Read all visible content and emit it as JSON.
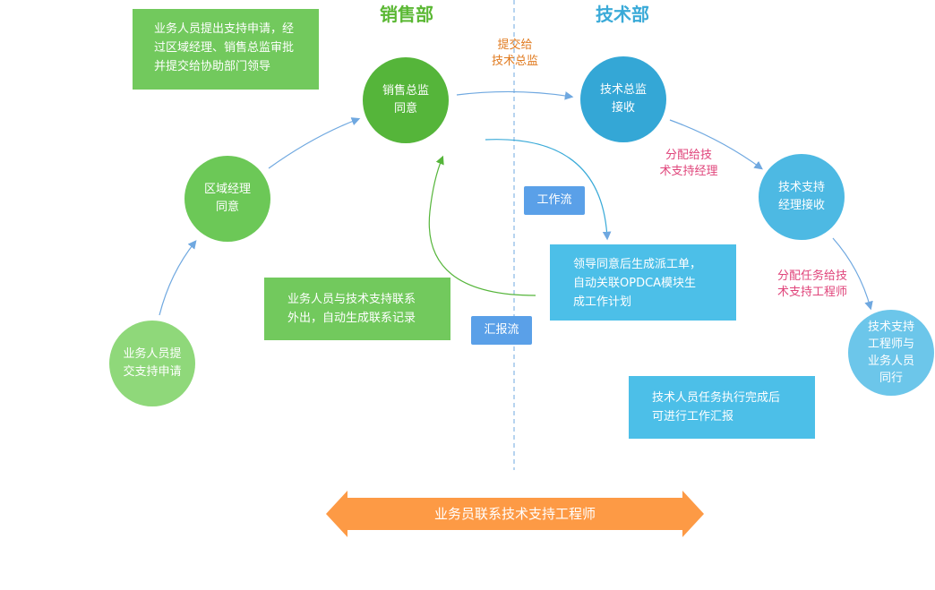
{
  "colors": {
    "sales_header": "#5bb834",
    "tech_header": "#3aaad8",
    "green_dark": "#55b53a",
    "green_mid": "#6cc857",
    "green_light": "#8fd87a",
    "blue_dark": "#34a7d6",
    "blue_light": "#5bc3ea",
    "label_orange": "#e07a1f",
    "label_pink": "#e0457b",
    "arrow_orange": "#fd9a45"
  },
  "headers": {
    "sales": "销售部",
    "tech": "技术部"
  },
  "nodes": {
    "sales_apply": "业务人员提\n交支持申请",
    "region_manager": "区域经理\n同意",
    "sales_director": "销售总监\n同意",
    "tech_director": "技术总监\n接收",
    "tech_manager": "技术支持\n经理接收",
    "tech_engineer": "技术支持\n工程师与\n业务人员\n同行"
  },
  "boxes": {
    "top_note": "业务人员提出支持申请，经\n过区域经理、销售总监审批\n并提交给协助部门领导",
    "contact_note": "业务人员与技术支持联系\n外出，自动生成联系记录",
    "dispatch_note": "领导同意后生成派工单，\n自动关联OPDCA模块生\n成工作计划",
    "report_note": "技术人员任务执行完成后\n可进行工作汇报"
  },
  "tags": {
    "workflow": "工作流",
    "report_flow": "汇报流"
  },
  "edge_labels": {
    "submit": "提交给\n技术总监",
    "assign_manager": "分配给技\n术支持经理",
    "assign_engineer": "分配任务给技\n术支持工程师"
  },
  "bottom_arrow": "业务员联系技术支持工程师"
}
